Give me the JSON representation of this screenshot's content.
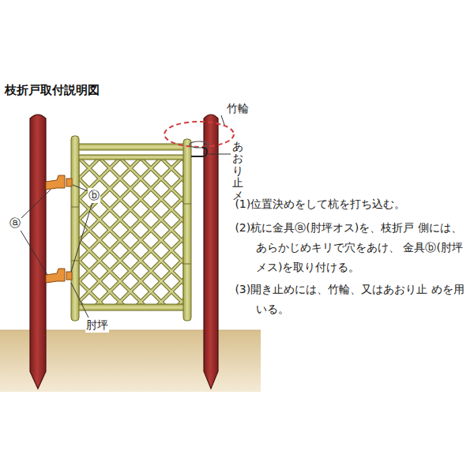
{
  "diagram": {
    "title": "枝折戸取付説明図",
    "labels": [
      "竹輪",
      "あおり止メ",
      "ⓐ",
      "ⓑ",
      "肘坪",
      "(1)位置決めをして杭を打ち込む。",
      "(2)杭に金具ⓐ(肘坪オス)を、枝折戸 側には、あらかじめキリで穴をあけ、 金具ⓑ(肘坪メス)を取り付ける。",
      "(3)開き止めには、竹輪、又はあおり止 めを用いる。"
    ]
  }
}
